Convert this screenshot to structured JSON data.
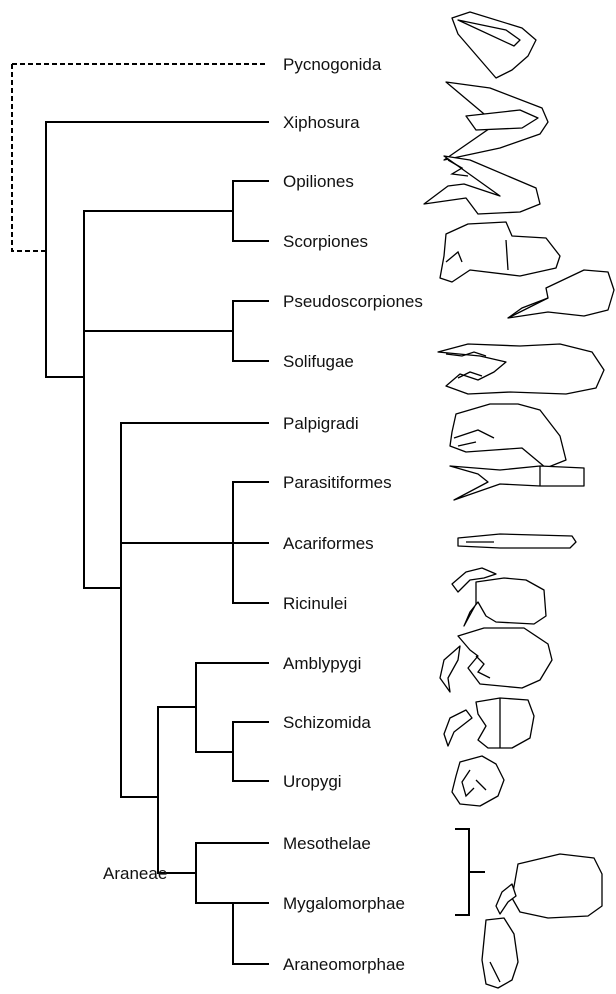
{
  "taxa": {
    "pycnogonida": "Pycnogonida",
    "xiphosura": "Xiphosura",
    "opiliones": "Opiliones",
    "scorpiones": "Scorpiones",
    "pseudoscorpiones": "Pseudoscorpiones",
    "solifugae": "Solifugae",
    "palpigradi": "Palpigradi",
    "parasitiformes": "Parasitiformes",
    "acariformes": "Acariformes",
    "ricinulei": "Ricinulei",
    "amblypygi": "Amblypygi",
    "schizomida": "Schizomida",
    "uropygi": "Uropygi",
    "mesothelae": "Mesothelae",
    "mygalomorphae": "Mygalomorphae",
    "araneomorphae": "Araneomorphae"
  },
  "clades": {
    "araneae": "Araneae"
  },
  "outgroup_branch_style": "dashed"
}
